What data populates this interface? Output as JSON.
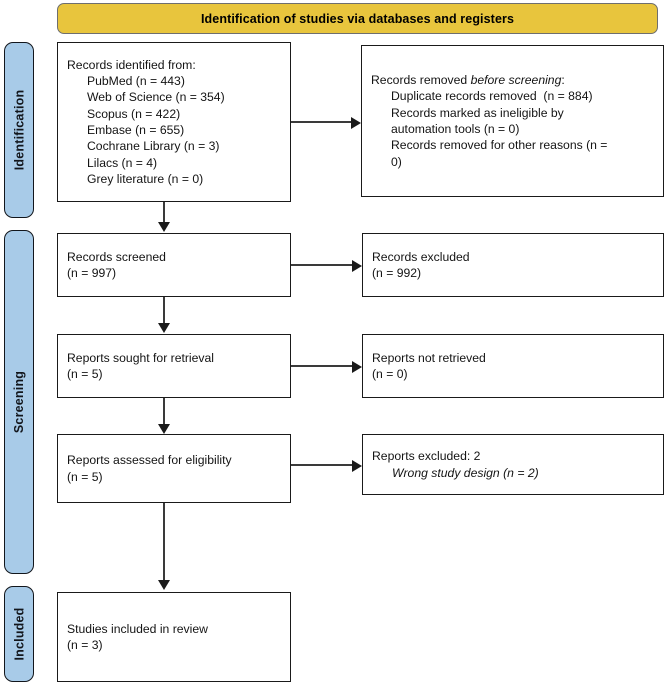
{
  "banner": {
    "title": "Identification of studies via databases and registers",
    "color": "#e8c53d"
  },
  "stages": {
    "identification": "Identification",
    "screening": "Screening",
    "included": "Included",
    "color": "#a8cbe8"
  },
  "boxes": {
    "identified": {
      "heading": "Records identified from:",
      "items": [
        "PubMed (n = 443)",
        "Web of Science (n = 354)",
        "Scopus (n = 422)",
        "Embase (n = 655)",
        "Cochrane Library (n = 3)",
        "Lilacs (n = 4)",
        "Grey literature (n = 0)"
      ]
    },
    "removed": {
      "heading_pre": "Records removed ",
      "heading_it": "before screening",
      "heading_post": ":",
      "items": [
        "Duplicate records removed  (n = 884)",
        "Records marked as ineligible by",
        "automation tools (n = 0)",
        "Records removed for other reasons (n =",
        "0)"
      ]
    },
    "screened": {
      "label": "Records screened",
      "count": "(n = 997)"
    },
    "excluded": {
      "label": "Records excluded",
      "count": "(n = 992)"
    },
    "sought": {
      "label": "Reports sought for retrieval",
      "count": "(n = 5)"
    },
    "not_retrieved": {
      "label": "Reports not retrieved",
      "count": "(n = 0)"
    },
    "eligibility": {
      "label": "Reports assessed for eligibility",
      "count": "(n = 5)"
    },
    "reports_excluded": {
      "heading": "Reports excluded: 2",
      "reason": "Wrong study design (n = 2)"
    },
    "included": {
      "label": "Studies included in review",
      "count": "(n = 3)"
    }
  }
}
